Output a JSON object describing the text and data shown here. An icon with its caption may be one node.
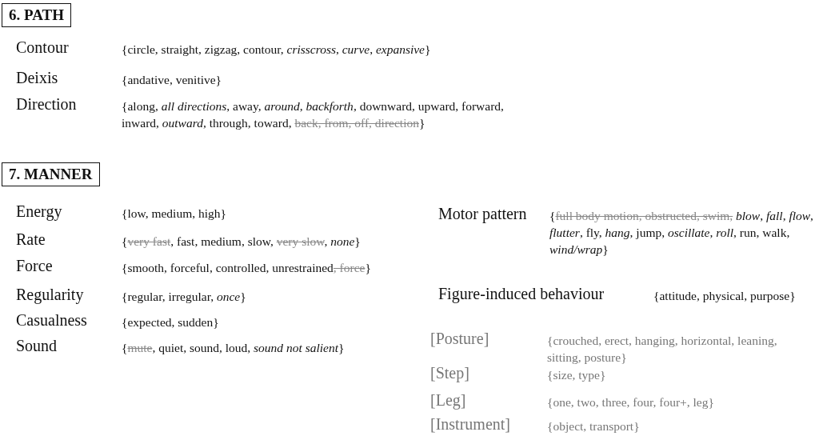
{
  "diagram": {
    "nodes": [
      {
        "text": [
          "6. PATH"
        ]
      },
      {
        "text": [
          "7. MANNER"
        ]
      }
    ],
    "labels": [
      "Contour",
      "{circle, straight, zigzag, contour, *crisscross*, *curve*, *expansive*}",
      "Deixis",
      "{andative, venitive}",
      "Direction",
      "{along, *all directions*, away, *around*, *backforth*, downward, upward, forward, inward, *outward*, through, toward,",
      "back, from, off, direction",
      "}",
      "Energy",
      "{low, medium, high}",
      "Rate",
      "{",
      "very fast",
      ", fast, medium, slow,",
      "very slow",
      ", *none*}",
      "Force",
      "{smooth, forceful, controlled, unrestrained",
      ", force",
      "}",
      "Regularity",
      "{regular, irregular, *once*}",
      "Casualness",
      "{expected, sudden}",
      "Sound",
      "{",
      "mute",
      ", quiet, sound, loud, *sound not salient*}",
      "Motor pattern",
      "{",
      "full body motion, obstructed, swim,",
      "*blow*, *fall*, *flow*, *flutter*, fly, *hang*, jump, *oscillate*, *roll*, run, walk, *wind/wrap*}",
      "Figure-induced behaviour",
      "{attitude, physical, purpose}",
      "[Posture]",
      "{crouched, erect, hanging, horizontal, leaning, sitting, posture}",
      "[Step]",
      "{size, type}",
      "[Leg]",
      "{one, two, three, four, four+, leg}",
      "[Instrument]",
      "{object, transport}"
    ]
  }
}
